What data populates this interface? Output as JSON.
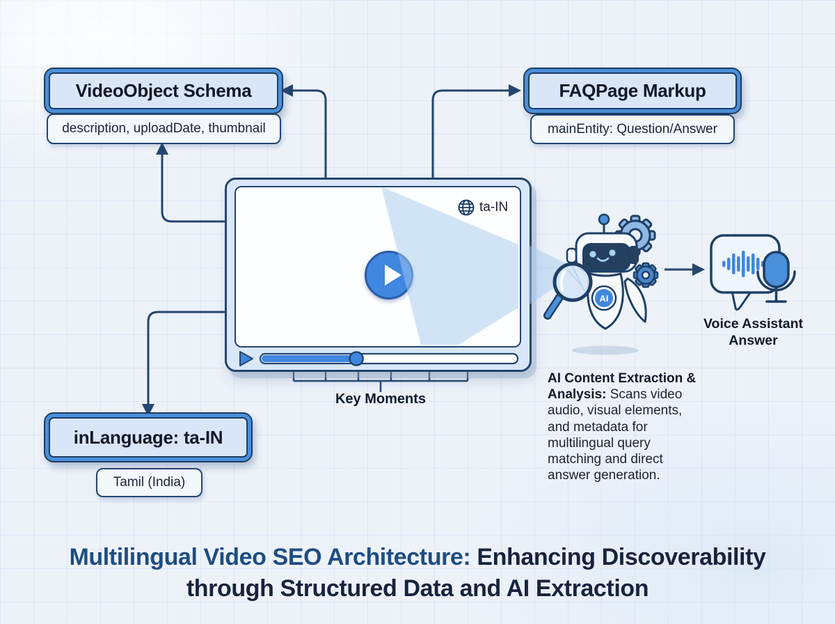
{
  "colors": {
    "accent_blue": "#3f87e0",
    "line_navy": "#24456e",
    "box_fill": "#d8e6f8",
    "ring_blue": "#4a8fd9",
    "title_blue": "#1d4d82",
    "title_navy": "#17233d"
  },
  "nodes": {
    "video_object": {
      "title": "VideoObject Schema",
      "subtitle": "description, uploadDate, thumbnail"
    },
    "faq_page": {
      "title": "FAQPage Markup",
      "subtitle": "mainEntity: Question/Answer"
    },
    "in_language": {
      "title": "inLanguage: ta-IN",
      "subtitle": "Tamil (India)"
    }
  },
  "player": {
    "language_tag": "ta-IN",
    "key_moments_label": "Key Moments",
    "progress_percent": 37
  },
  "robot": {
    "badge_label": "AI"
  },
  "voice_assistant": {
    "label": "Voice Assistant Answer"
  },
  "extraction_note": {
    "lead": "AI Content Extraction & Analysis:",
    "body": " Scans video audio, visual elements, and metadata for multilingual query matching and direct answer generation."
  },
  "title": {
    "part1": "Multilingual Video SEO Architecture:",
    "part2": " Enhancing Discoverability through Structured Data and AI Extraction"
  }
}
